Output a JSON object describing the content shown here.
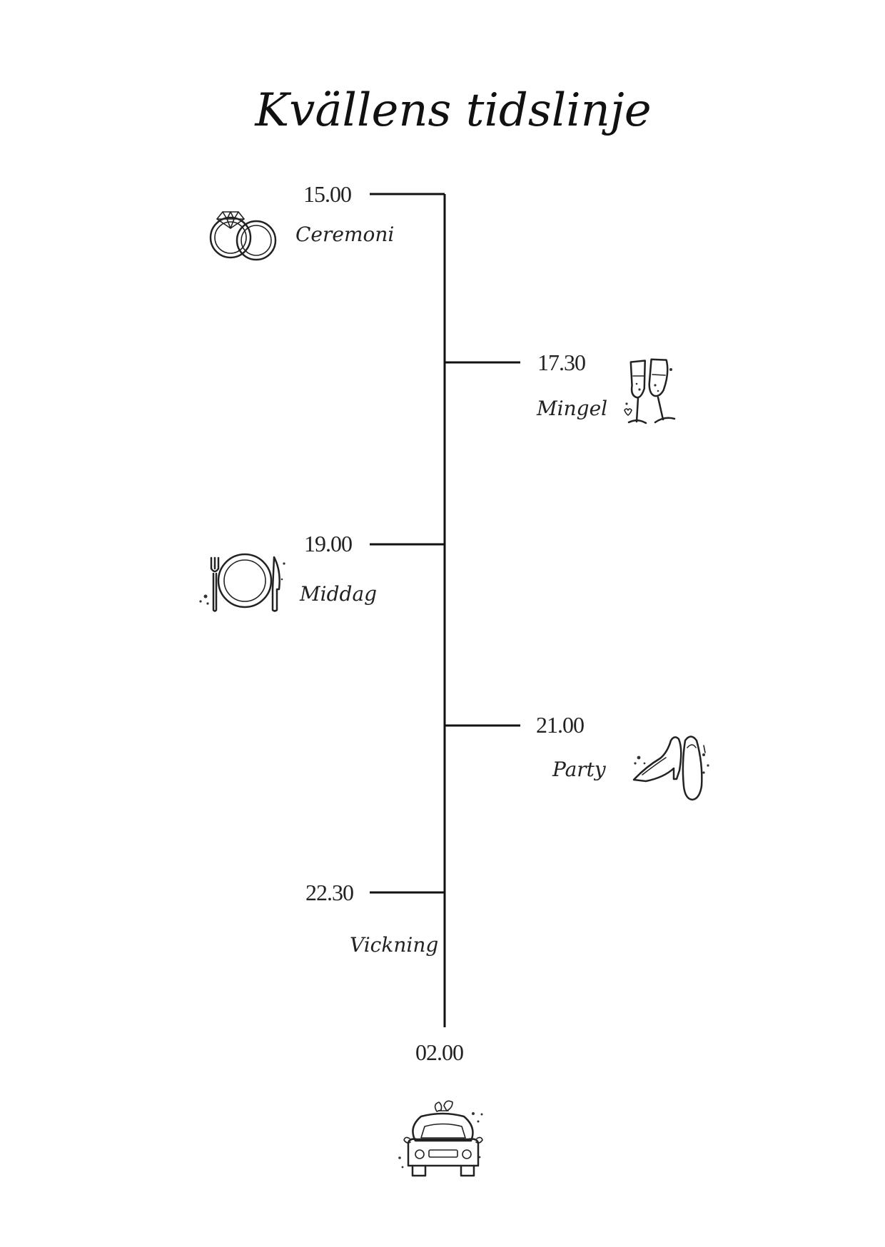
{
  "title": "Kvällens tidslinje",
  "events": [
    {
      "time": "15.00",
      "label": "Ceremoni",
      "icon": "rings-icon"
    },
    {
      "time": "17.30",
      "label": "Mingel",
      "icon": "champagne-glasses-icon"
    },
    {
      "time": "19.00",
      "label": "Middag",
      "icon": "plate-cutlery-icon"
    },
    {
      "time": "21.00",
      "label": "Party",
      "icon": "high-heels-icon"
    },
    {
      "time": "22.30",
      "label": "Vickning",
      "icon": ""
    },
    {
      "time": "02.00",
      "label": "",
      "icon": "wedding-car-icon"
    }
  ]
}
